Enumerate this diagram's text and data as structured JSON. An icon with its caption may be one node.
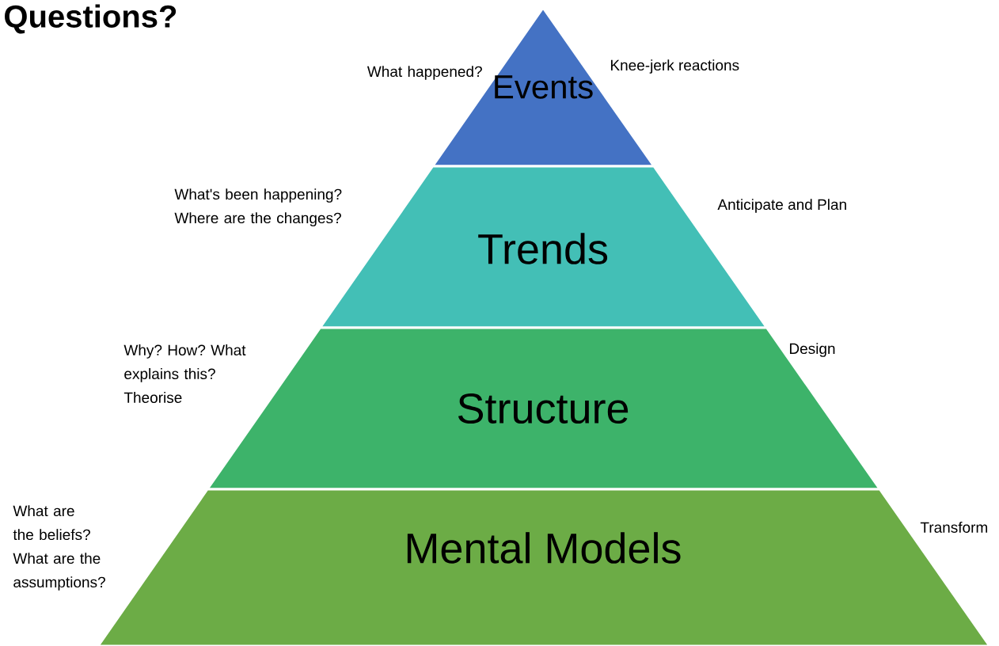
{
  "diagram": {
    "nodes": [
      {
        "text": [
          "Events"
        ],
        "beside": [
          "What happened?",
          "Knee-jerk reactions"
        ]
      },
      {
        "text": [
          "Trends"
        ],
        "beside": [
          "What's been happening? Where are the changes?",
          "Anticipate and Plan"
        ]
      },
      {
        "text": [
          "Structure"
        ],
        "beside": [
          "Why? How? What explains this? Theorise",
          "Design"
        ]
      },
      {
        "text": [
          "Mental Models"
        ],
        "beside": [
          "What are the beliefs? What are the assumptions?",
          "Transform"
        ]
      }
    ],
    "labels": [
      "Questions?"
    ]
  }
}
